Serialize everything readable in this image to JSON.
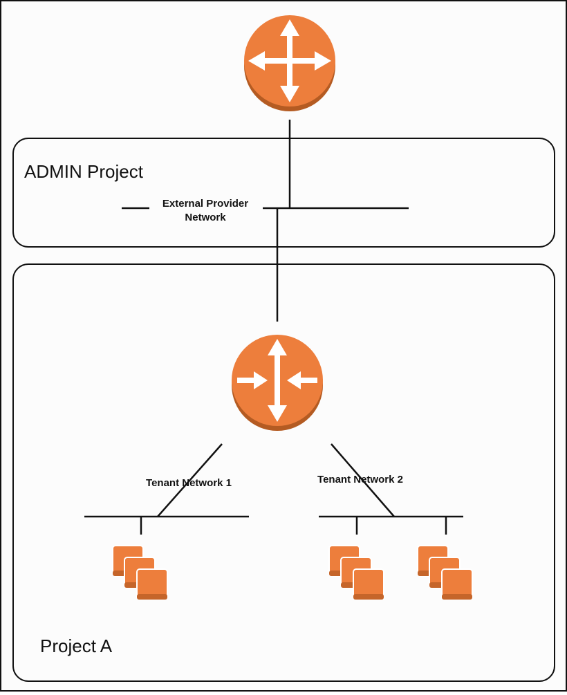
{
  "projects": {
    "admin": {
      "title": "ADMIN Project"
    },
    "project_a": {
      "title": "Project A"
    }
  },
  "networks": {
    "external_provider": {
      "line1": "External Provider",
      "line2": "Network"
    },
    "tenant_1": {
      "label": "Tenant Network 1"
    },
    "tenant_2": {
      "label": "Tenant Network 2"
    }
  },
  "icons": {
    "external_router": "router-arrows-out-icon",
    "tenant_router": "router-arrows-in-icon",
    "instances": "server-stack-icon"
  },
  "colors": {
    "router_fill": "#ED7E3C",
    "router_rim": "#B45B22",
    "instance_fill": "#ED7E3C",
    "instance_shade": "#C5652A",
    "border": "#111111",
    "background": "#FCFCFC"
  }
}
